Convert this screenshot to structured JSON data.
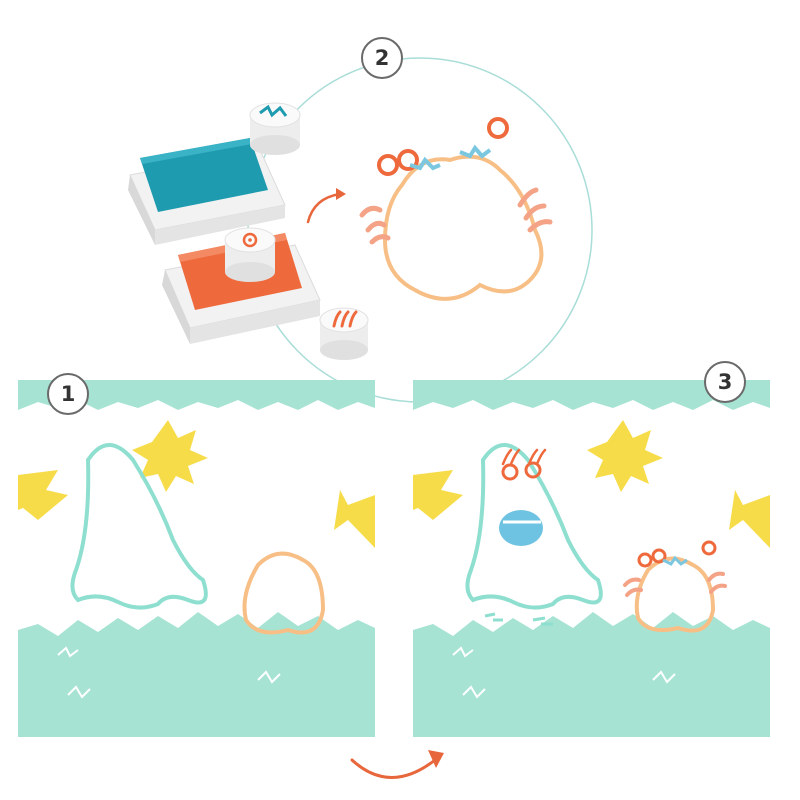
{
  "steps": {
    "one": "1",
    "two": "2",
    "three": "3"
  },
  "colors": {
    "mint": "#a6e3d3",
    "teal_ink": "#1f9bb0",
    "orange_ink": "#ee6a3d",
    "sun_yellow": "#f7dc4a",
    "ghost_outline": "#8edfcf",
    "blob_outline": "#f7bf86",
    "mouth_blue": "#6ec3e2",
    "arrow_orange": "#e8663b",
    "circle_line": "#a9ddd8"
  },
  "icons": [
    "teal-ink-pad-icon",
    "orange-ink-pad-icon",
    "zigzag-stamp-icon",
    "eye-stamp-icon",
    "claw-stamp-icon",
    "curved-arrow-icon"
  ]
}
